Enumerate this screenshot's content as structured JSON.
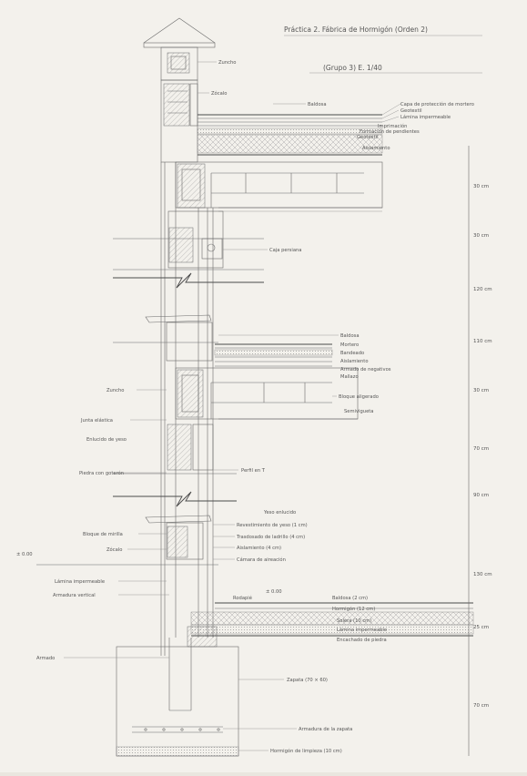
{
  "title": {
    "main": "Práctica 2. Fábrica de Hormigón (Orden 2)",
    "group_scale": "(Grupo 3)  E. 1/40"
  },
  "labels": {
    "zuncho_top": "Zuncho",
    "zocalo_top": "Zócalo",
    "baldosa_roof": "Baldosa",
    "capa_proteccion": "Capa de protección de mortero",
    "geotextil_1": "Geotextil",
    "lamina_imp_roof": "Lámina impermeable",
    "imprimacion": "Imprimación",
    "formacion_pendientes": "Formación de pendientes",
    "geotextil_2": "Geotextil",
    "aislamiento_roof": "Aislamiento",
    "caja_persiana": "Caja persiana",
    "baldosa_floor": "Baldosa",
    "mortero": "Mortero",
    "bandeado": "Bandeado",
    "aislamiento_floor": "Aislamiento",
    "armado_negativos": "Armado de negativos",
    "mallazo": "Mallazo",
    "zuncho_mid": "Zuncho",
    "bloque_aligerado": "Bloque aligerado",
    "semivigueta": "Semivigueta",
    "junta_elastica": "Junta elástica",
    "enlucido_yeso": "Enlucido de yeso",
    "piedra_goterón": "Piedra con goterón",
    "perfil_t": "Perfil en T",
    "yeso_enlucido": "Yeso enlucido",
    "revestimiento_yeso": "Revestimiento de yeso (1 cm)",
    "trasdosado": "Trasdosado de ladrillo (4 cm)",
    "aislamiento_wall": "Aislamiento (4 cm)",
    "camara_aire": "Cámara de aireación",
    "bloque_mirilla": "Bloque de mirilla",
    "zocalo_low": "Zócalo",
    "level_zero": "± 0.00",
    "rodapie": "Rodapié",
    "level_zero_2": "± 0.00",
    "baldosa_ground": "Baldosa (2 cm)",
    "hormigon_ground": "Hormigón (12 cm)",
    "solera": "Solera (10 cm)",
    "lamina_imp_ground": "Lámina impermeable",
    "encachado": "Encachado de piedra",
    "lamina_imp_left": "Lámina impermeable",
    "armadura_vertical": "Armadura vertical",
    "armado": "Armado",
    "zapata": "Zapata (70 × 60)",
    "armadura_zapata": "Armadura de la zapata",
    "hormigon_limpieza": "Hormigón de limpieza (10 cm)"
  },
  "dimensions": [
    "30 cm",
    "30 cm",
    "120 cm",
    "110 cm",
    "30 cm",
    "70 cm",
    "90 cm",
    "130 cm",
    "25 cm",
    "70 cm"
  ]
}
